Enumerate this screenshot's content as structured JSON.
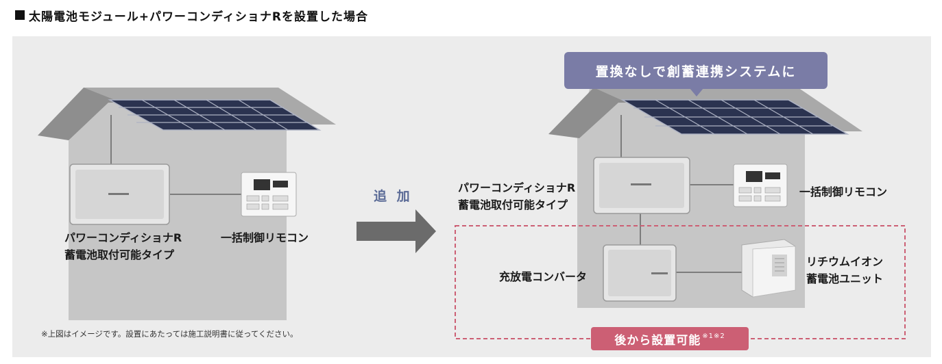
{
  "heading": "太陽電池モジュール+パワーコンディショナRを設置した場合",
  "left_house": {
    "power_conditioner_label": [
      "パワーコンディショナR",
      "蓄電池取付可能タイプ"
    ],
    "remote_label": "一括制御リモコン"
  },
  "arrow_label": "追 加",
  "right_house": {
    "callout": "置換なしで創蓄連携システムに",
    "power_conditioner_label": [
      "パワーコンディショナR",
      "蓄電池取付可能タイプ"
    ],
    "remote_label": "一括制御リモコン",
    "converter_label": "充放電コンバータ",
    "battery_label": [
      "リチウムイオン",
      "蓄電池ユニット"
    ],
    "later_badge": "後から設置可能",
    "later_badge_note": "※1※2"
  },
  "note": "※上図はイメージです。設置にあたっては施工説明書に従ってください。",
  "colors": {
    "panel_bg": "#ececec",
    "house_wall": "#c8c8c8",
    "roof": "#8c8c8c",
    "solar": "#2b3350",
    "callout": "#7a7ca6",
    "badge": "#cc5f74",
    "dashed_border": "#cc5f74",
    "arrow": "#6b6b6b",
    "add_text": "#5a6a96"
  }
}
